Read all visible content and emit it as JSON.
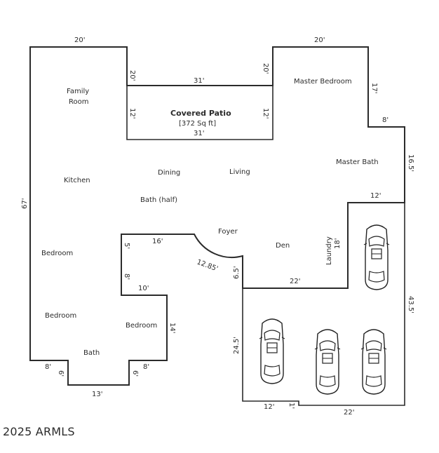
{
  "rooms": {
    "family_room_line1": "Family",
    "family_room_line2": "Room",
    "covered_patio": "Covered Patio",
    "covered_patio_area": "[372 Sq ft]",
    "master_bedroom": "Master Bedroom",
    "master_bath": "Master Bath",
    "kitchen": "Kitchen",
    "dining": "Dining",
    "living": "Living",
    "bath_half": "Bath (half)",
    "foyer": "Foyer",
    "den": "Den",
    "laundry": "Laundry",
    "bedroom_1": "Bedroom",
    "bedroom_2": "Bedroom",
    "bedroom_3": "Bedroom",
    "bath": "Bath"
  },
  "dimensions": {
    "family_top": "20'",
    "family_right": "20'",
    "patio_top": "31'",
    "patio_left": "12'",
    "patio_right": "12'",
    "patio_bottom": "31'",
    "master_top": "20'",
    "master_left": "20'",
    "master_right": "17'",
    "master_step": "8'",
    "master_bath_right": "16.5'",
    "garage_top": "12'",
    "laundry_side": "18'",
    "den_bottom": "22'",
    "garage_right": "43.5'",
    "garage_left": "24.5'",
    "garage_bottom_left": "12'",
    "garage_notch": "1'",
    "garage_bottom_right": "22'",
    "foyer_side": "6.5'",
    "foyer_arc": "12.85'",
    "notch_top": "16'",
    "notch_left_upper": "5'",
    "notch_left_lower": "8'",
    "notch_bottom": "10'",
    "bedroom_right": "14'",
    "left_total": "67'",
    "bottom_left_step": "8'",
    "bottom_left_notch": "6'",
    "bottom_right_step": "8'",
    "bottom_right_notch": "6'",
    "bottom": "13'"
  },
  "cars": [
    {
      "name": "car-1"
    },
    {
      "name": "car-2"
    },
    {
      "name": "car-3"
    },
    {
      "name": "car-4"
    }
  ],
  "copyright": "2025 ARMLS"
}
